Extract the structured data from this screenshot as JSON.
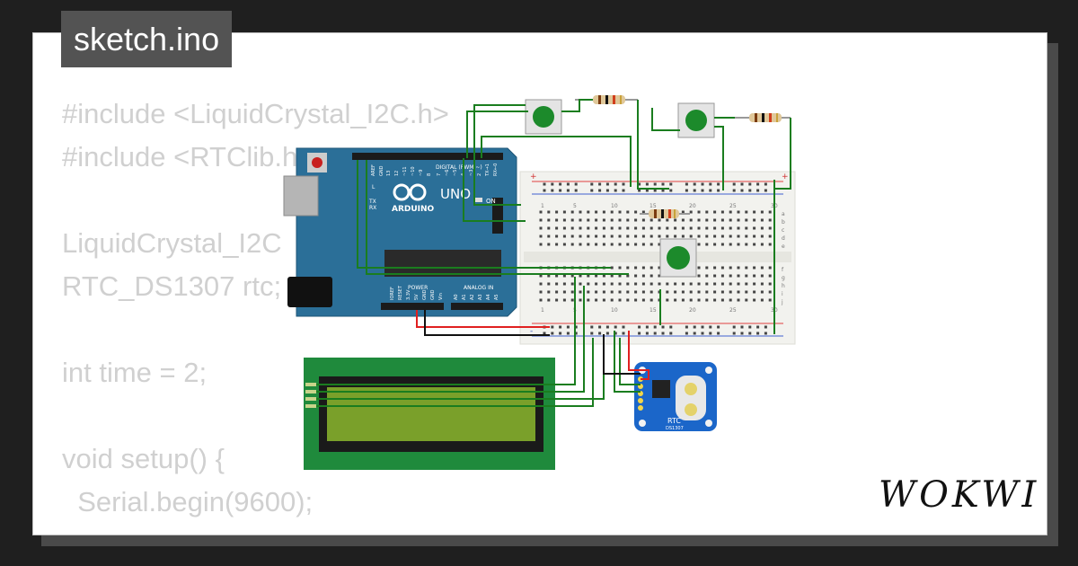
{
  "header": {
    "filename": "sketch.ino"
  },
  "brand": {
    "logo_text": "WOKWI"
  },
  "code": {
    "lines": [
      "#include <LiquidCrystal_I2C.h>",
      "#include <RTClib.h>",
      "",
      "LiquidCrystal_I2C",
      "RTC_DS1307 rtc;",
      "",
      "int time = 2;",
      "",
      "void setup() {",
      "  Serial.begin(9600);"
    ]
  },
  "arduino": {
    "digital_label": "DIGITAL (PWM ~)",
    "model": "UNO",
    "brand": "ARDUINO",
    "on_label": "ON",
    "power_label": "POWER",
    "analog_label": "ANALOG IN",
    "tx_label": "TX",
    "rx_label": "RX",
    "l_label": "L",
    "aref": "AREF",
    "gnd": "GND",
    "power_pins": [
      "IOREF",
      "RESET",
      "3.3V",
      "5V",
      "GND",
      "GND",
      "Vin"
    ],
    "analog_pins": [
      "A0",
      "A1",
      "A2",
      "A3",
      "A4",
      "A5"
    ],
    "digital_pins": [
      "13",
      "12",
      "~11",
      "~10",
      "~9",
      "8",
      "7",
      "~6",
      "~5",
      "4",
      "~3",
      "2",
      "TX→1",
      "RX←0"
    ]
  },
  "breadboard": {
    "column_numbers": [
      "1",
      "5",
      "10",
      "15",
      "20",
      "25",
      "30"
    ],
    "row_letters_top": [
      "a",
      "b",
      "c",
      "d",
      "e"
    ],
    "row_letters_bottom": [
      "f",
      "g",
      "h",
      "i",
      "j"
    ],
    "rail_plus": "+",
    "rail_minus": "-"
  },
  "rtc": {
    "label": "RTC",
    "chip": "DS1307"
  },
  "colors": {
    "wire_green": "#1a7d1f",
    "wire_red": "#e02020",
    "wire_black": "#111111",
    "arduino_blue": "#2b6f98",
    "button_green": "#1c8a2b",
    "lcd_board": "#1f8a3c",
    "lcd_screen": "#7aa02a",
    "rtc_blue": "#1b66c9"
  }
}
